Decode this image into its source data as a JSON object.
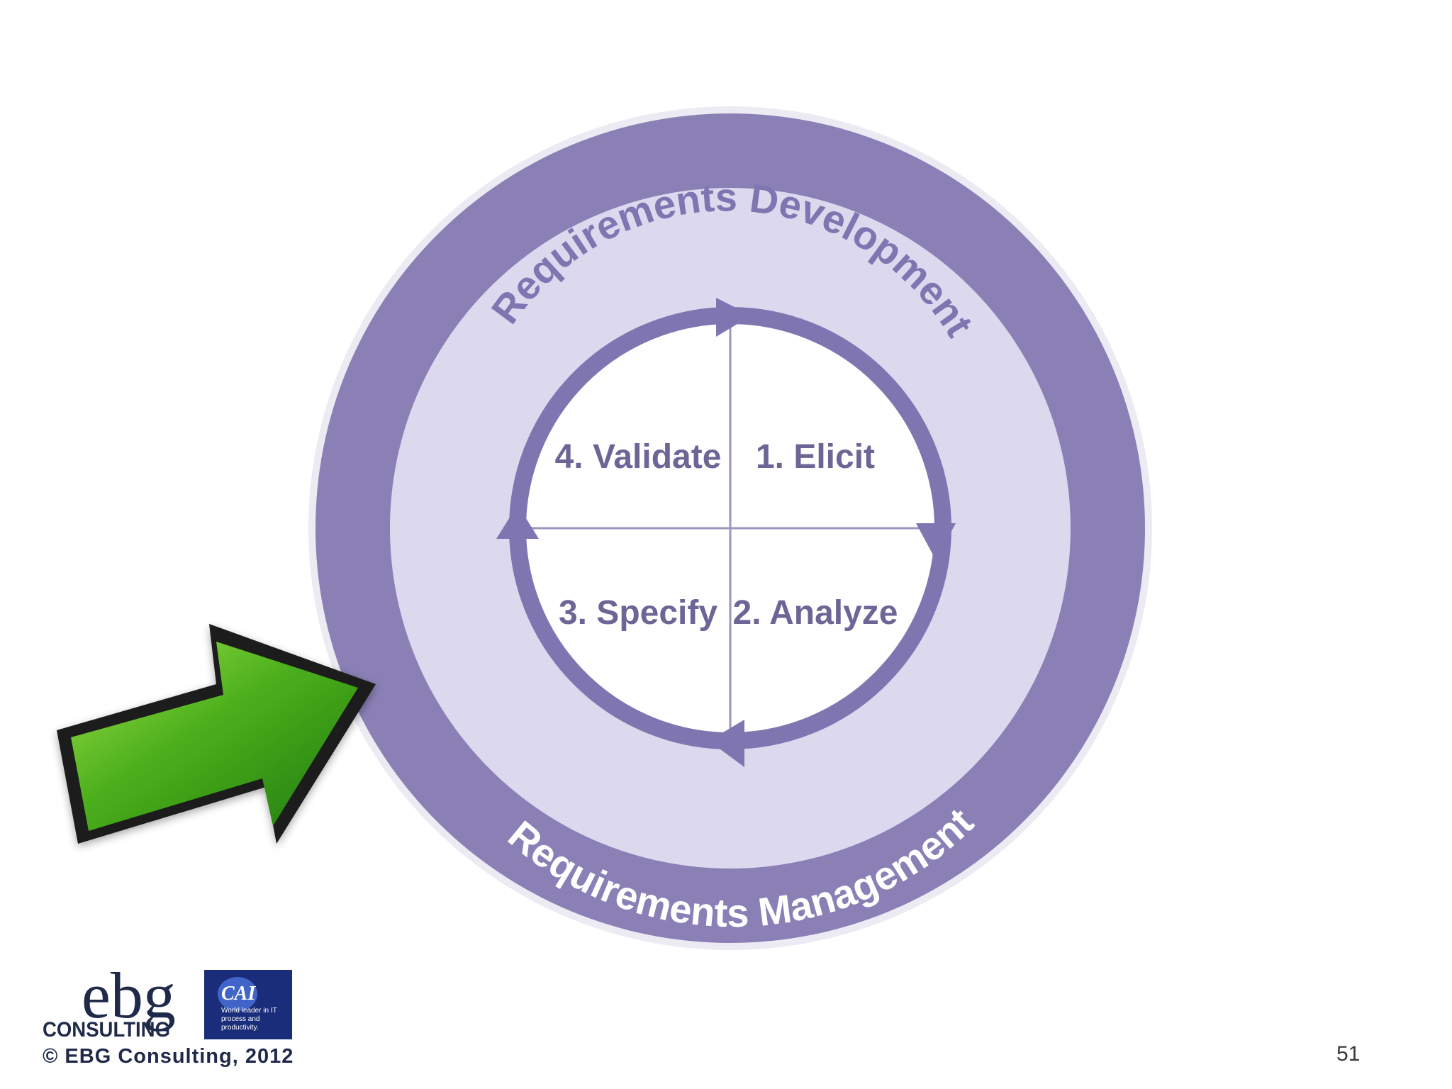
{
  "diagram": {
    "outer_label": "Requirements Management",
    "inner_label": "Requirements Development",
    "quadrants": [
      "1. Elicit",
      "2. Analyze",
      "3. Specify",
      "4. Validate"
    ],
    "colors": {
      "outer_ring": "#8a80b6",
      "inner_ring": "#dcd8ee",
      "cycle_arrow": "#7f75b0",
      "quadrant_text": "#6e6596",
      "green_arrow": "#3fa012"
    }
  },
  "logos": {
    "ebg_top": "ebg",
    "ebg_bottom": "CONSULTING",
    "cai_title": "CAI",
    "cai_line1": "World leader in IT",
    "cai_line2": "process and",
    "cai_line3": "productivity."
  },
  "footer": {
    "copyright": "© EBG Consulting, 2012",
    "page_number": "51"
  }
}
